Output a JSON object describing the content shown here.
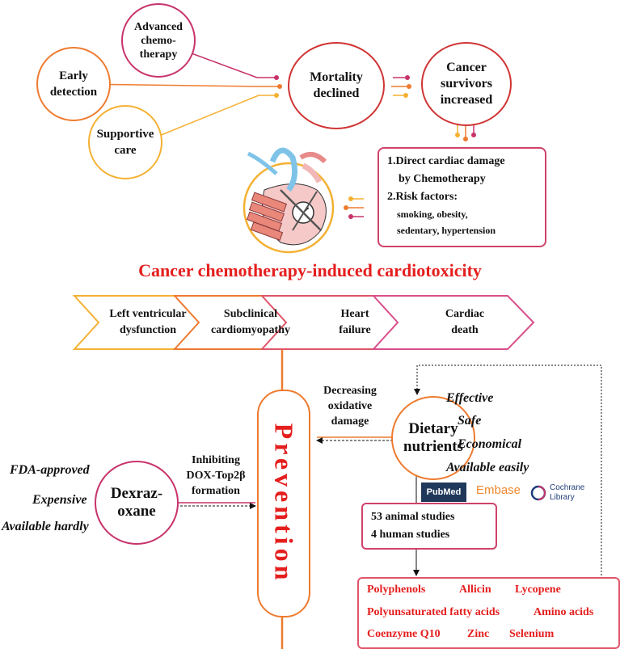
{
  "top_circles": {
    "advanced": "Advanced\nchemo-\ntherapy",
    "early": "Early\ndetection",
    "supportive": "Supportive\ncare",
    "mortality": "Mortality\ndeclined",
    "survivors": "Cancer\nsurvivors\nincreased"
  },
  "damage_box": {
    "line1": "1.Direct cardiac damage",
    "line2": "by Chemotherapy",
    "line3": "2.Risk factors:",
    "line4": "smoking, obesity,",
    "line5": "sedentary, hypertension"
  },
  "main_title": "Cancer chemotherapy-induced cardiotoxicity",
  "stages": [
    "Left ventricular\ndysfunction",
    "Subclinical\ncardiomyopathy",
    "Heart\nfailure",
    "Cardiac\ndeath"
  ],
  "prevention": "Prevention",
  "dexrazoxane": {
    "name": "Dexraz-\noxane",
    "props": [
      "FDA-approved",
      "Expensive",
      "Available hardly"
    ],
    "mechanism": "Inhibiting\nDOX-Top2β\nformation"
  },
  "nutrients": {
    "name": "Dietary\nnutrients",
    "props": [
      "Effective",
      "Safe",
      "Economical",
      "Available easily"
    ],
    "mechanism": "Decreasing\noxidative\ndamage"
  },
  "databases": {
    "pubmed": "PubMed",
    "embase": "Embase",
    "cochrane_1": "Cochrane",
    "cochrane_2": "Library"
  },
  "studies": {
    "animal": "53 animal studies",
    "human": "4 human studies"
  },
  "nutrient_list": {
    "row1": [
      "Polyphenols",
      "Allicin",
      "Lycopene"
    ],
    "row2": [
      "Polyunsaturated fatty acids",
      "Amino acids"
    ],
    "row3": [
      "Coenzyme Q10",
      "Zinc",
      "Selenium"
    ]
  },
  "colors": {
    "magenta": "#c8336b",
    "orange": "#ee7b2f",
    "yellow": "#f4b133",
    "red": "#e51e1e",
    "crimson": "#d03434"
  }
}
